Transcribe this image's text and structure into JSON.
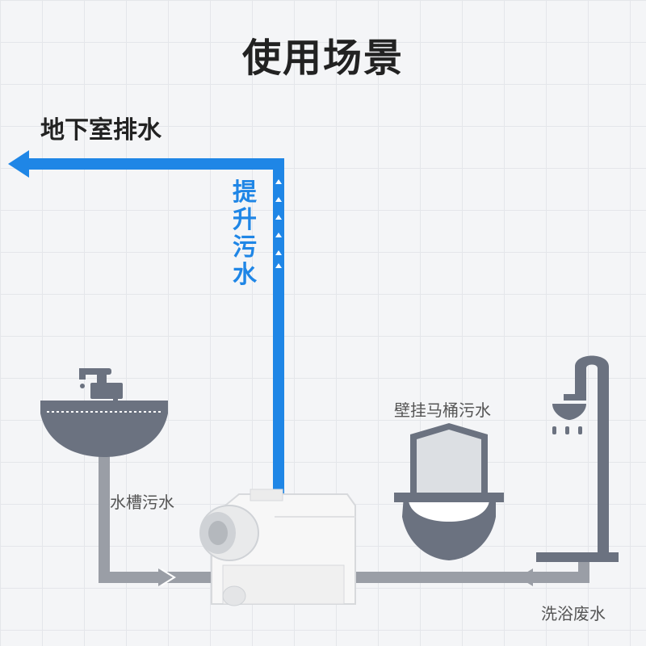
{
  "title": "使用场景",
  "labels": {
    "basement_drain": "地下室排水",
    "lift_sewage": [
      "提",
      "升",
      "污",
      "水"
    ],
    "sink_sewage": "水槽污水",
    "toilet_sewage": "壁挂马桶污水",
    "shower_wastewater": "洗浴废水"
  },
  "colors": {
    "blue_pipe": "#1f86e6",
    "gray_pipe": "#9a9ea6",
    "fixture": "#6b7280"
  },
  "icons": [
    "sink-icon",
    "faucet-icon",
    "toilet-icon",
    "shower-icon",
    "pump-unit-icon",
    "arrow-left-icon",
    "arrow-right-icon",
    "arrow-up-icon"
  ]
}
